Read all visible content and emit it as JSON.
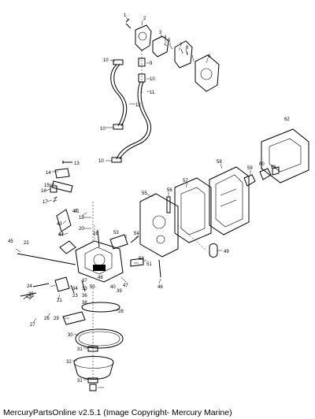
{
  "footer_caption": "MercuryPartsOnline v2.5.1 (Image Copyright- Mercury Marine)",
  "callouts": [
    "1",
    "2",
    "3",
    "4",
    "5",
    "6",
    "7",
    "8",
    "9",
    "10",
    "10",
    "10",
    "10",
    "11",
    "12",
    "13",
    "14",
    "15",
    "16",
    "17",
    "18",
    "19",
    "20",
    "21",
    "22",
    "23",
    "24",
    "25",
    "26",
    "27",
    "28",
    "29",
    "30",
    "31",
    "31",
    "32",
    "33",
    "34",
    "35",
    "36",
    "37",
    "38",
    "39",
    "40",
    "41",
    "42",
    "43",
    "44",
    "45",
    "46",
    "47",
    "47",
    "48",
    "49",
    "50",
    "51",
    "52",
    "53",
    "54",
    "55",
    "56",
    "57",
    "58",
    "59",
    "60",
    "61",
    "62"
  ]
}
